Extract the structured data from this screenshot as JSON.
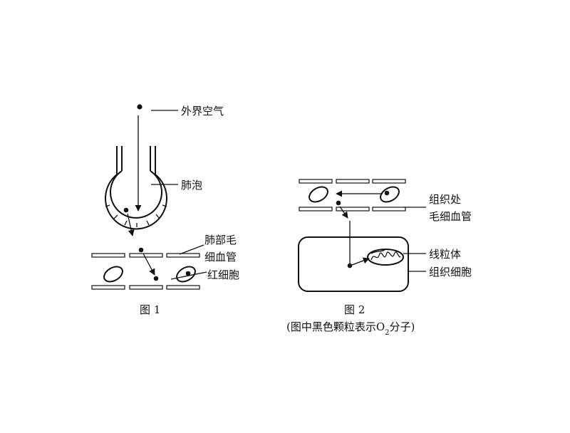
{
  "figure1": {
    "label_air": "外界空气",
    "label_alveolus": "肺泡",
    "label_capillary_line1": "肺部毛",
    "label_capillary_line2": "细血管",
    "label_rbc": "红细胞",
    "caption": "图 1"
  },
  "figure2": {
    "label_capillary_line1": "组织处",
    "label_capillary_line2": "毛细血管",
    "label_mitochondria": "线粒体",
    "label_cell": "组织细胞",
    "caption": "图 2",
    "note_prefix": "(图中黑色颗粒表示O",
    "note_subscript": "2",
    "note_suffix": "分子)"
  },
  "colors": {
    "ink": "#111111",
    "background": "#ffffff"
  }
}
